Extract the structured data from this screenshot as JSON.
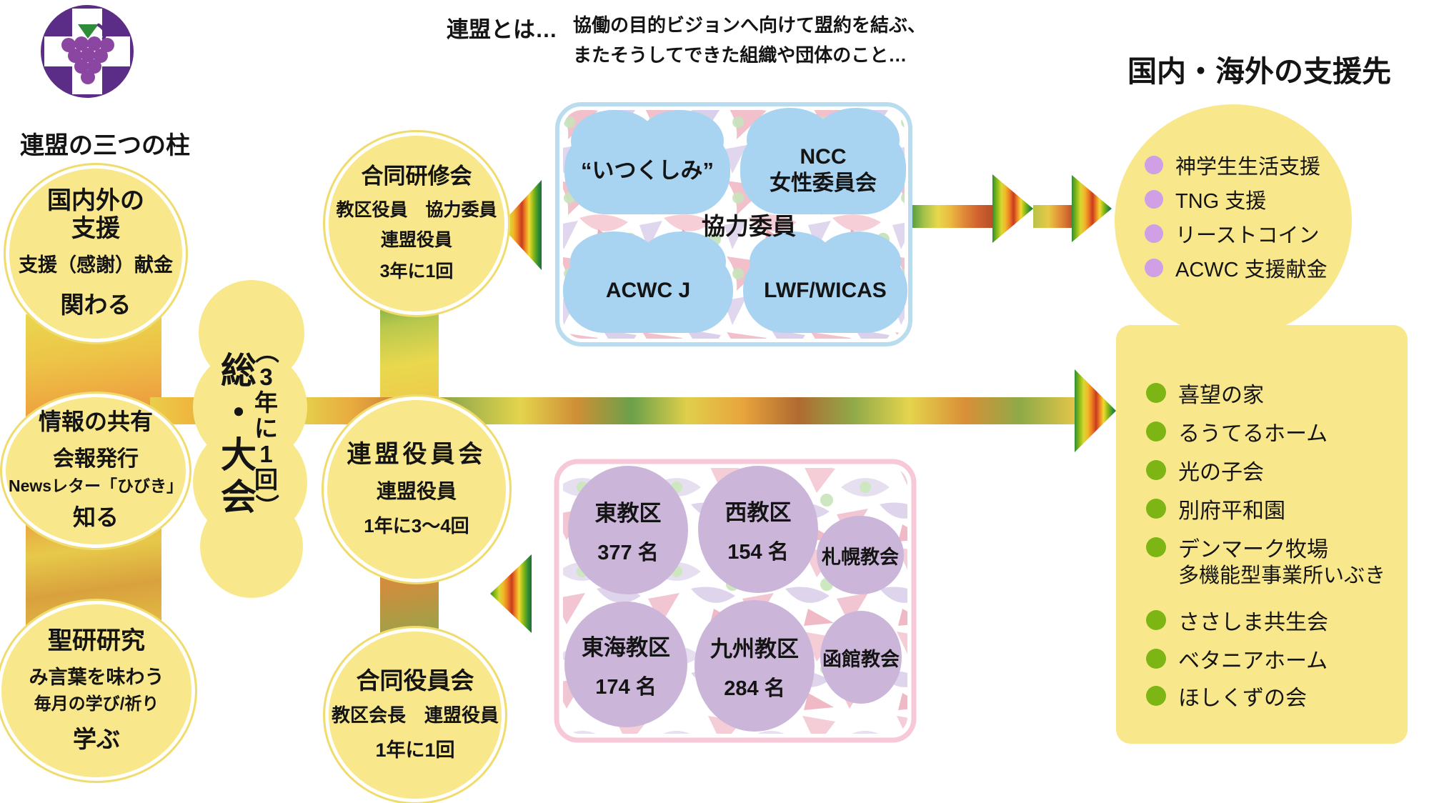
{
  "palette": {
    "circle_yellow": "#f8e88b",
    "cloud_blue": "#a9d4f1",
    "district_purple": "#cbb6da",
    "bullet_purple": "#d09fe6",
    "bullet_green": "#7db515",
    "logo_purple": "#5b2d86",
    "blue_box_border": "#b9dcee",
    "pink_box_border": "#f7c9d8"
  },
  "pillars_label": "連盟の三つの柱",
  "definition": {
    "title": "連盟とは…",
    "line1": "協働の目的ビジョンへ向けて盟約を結ぶ、",
    "line2": "またそうしてできた組織や団体のこと…"
  },
  "pillars": [
    {
      "line1": "国内外の",
      "line2": "支援",
      "sub": "支援（感謝）献金",
      "verb": "関わる"
    },
    {
      "title": "情報の共有",
      "sub1": "会報発行",
      "sub2": "Newsレター「ひびき」",
      "verb": "知る"
    },
    {
      "title": "聖研研究",
      "sub1": "み言葉を味わう",
      "sub2": "毎月の学び/祈り",
      "verb": "学ぶ"
    }
  ],
  "assembly": {
    "name": "総・大会",
    "freq_chars": [
      "（",
      "3",
      "年",
      "に",
      "1",
      "回",
      "）"
    ]
  },
  "meetings": [
    {
      "title": "合同研修会",
      "members": "教区役員　協力委員",
      "members2": "連盟役員",
      "freq": "3年に1回"
    },
    {
      "title": "連盟役員会",
      "members": "連盟役員",
      "freq": "1年に3〜4回"
    },
    {
      "title": "合同役員会",
      "members": "教区会長　連盟役員",
      "freq": "1年に1回"
    }
  ],
  "cooperation": {
    "label": "協力委員",
    "clouds": [
      {
        "line1": "“いつくしみ”"
      },
      {
        "line1": "NCC",
        "line2": "女性委員会"
      },
      {
        "line1": "ACWC J"
      },
      {
        "line1": "LWF/WICAS"
      }
    ]
  },
  "districts": [
    {
      "name": "東教区",
      "count": "377 名"
    },
    {
      "name": "西教区",
      "count": "154 名"
    },
    {
      "name": "札幌教会"
    },
    {
      "name": "東海教区",
      "count": "174 名"
    },
    {
      "name": "九州教区",
      "count": "284 名"
    },
    {
      "name": "函館教会"
    }
  ],
  "support": {
    "heading": "国内・海外の支援先",
    "circle_items": [
      "神学生生活支援",
      "TNG 支援",
      "リーストコイン",
      "ACWC 支援献金"
    ],
    "list_items": [
      {
        "label": "喜望の家"
      },
      {
        "label": "るうてるホーム"
      },
      {
        "label": "光の子会"
      },
      {
        "label": "別府平和園"
      },
      {
        "label": "デンマーク牧場",
        "sub": "多機能型事業所いぶき"
      },
      {
        "label": "ささしま共生会"
      },
      {
        "label": "ベタニアホーム"
      },
      {
        "label": "ほしくずの会"
      }
    ]
  }
}
